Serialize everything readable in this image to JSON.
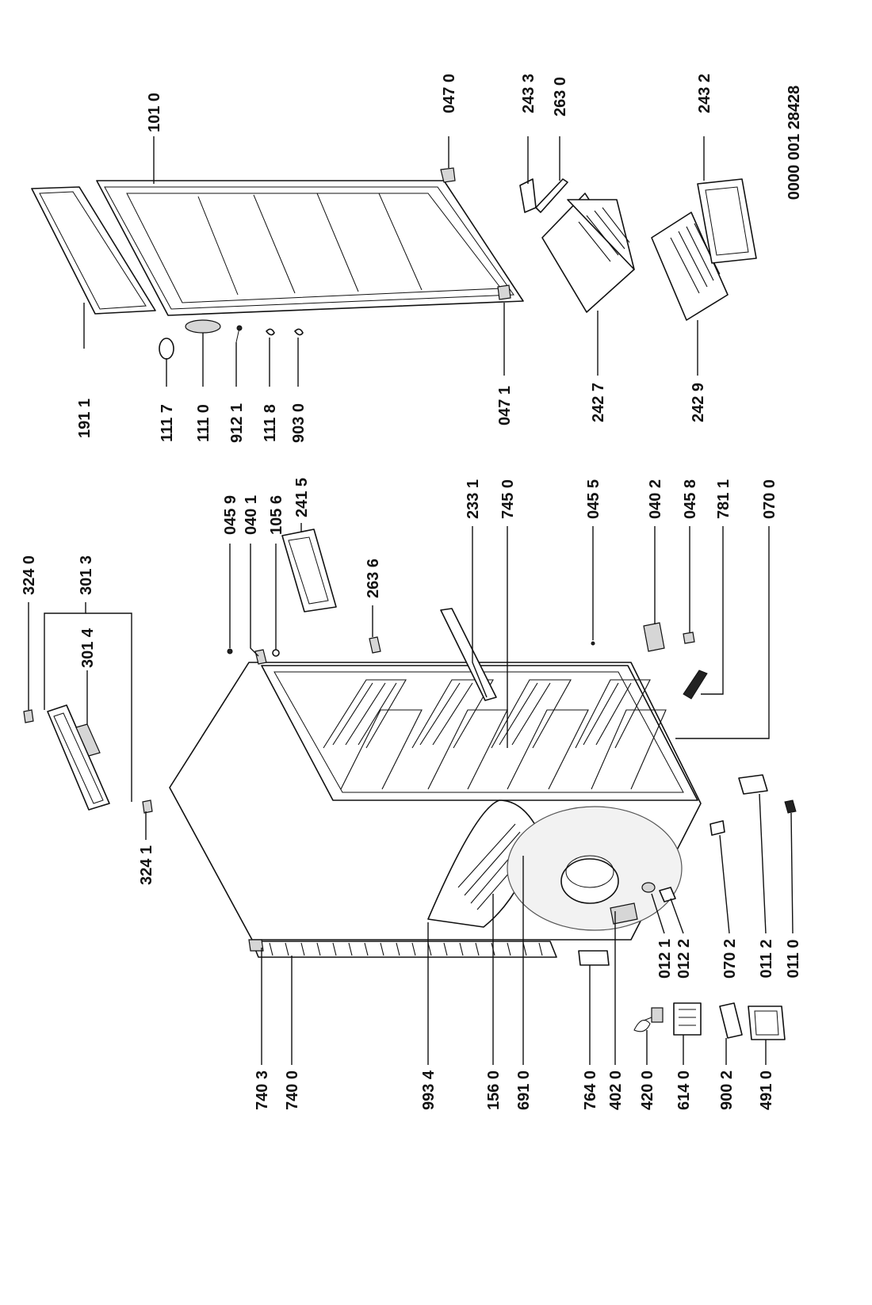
{
  "document": {
    "code": "0000 001 28428"
  },
  "labels": {
    "l1010": "101 0",
    "l0470": "047 0",
    "l2433": "243 3",
    "l2630": "263 0",
    "l2432": "243 2",
    "l1911": "191 1",
    "l1117": "111 7",
    "l1110": "111 0",
    "l9121": "912 1",
    "l1118": "111 8",
    "l9030": "903 0",
    "l0471": "047 1",
    "l2427": "242 7",
    "l2429": "242 9",
    "l3240": "324 0",
    "l3013": "301 3",
    "l3014": "301 4",
    "l3241": "324 1",
    "l0459": "045 9",
    "l0401": "040 1",
    "l1056": "105 6",
    "l2415": "241 5",
    "l2636": "263 6",
    "l2331": "233 1",
    "l7450": "745 0",
    "l0455": "045 5",
    "l0402": "040 2",
    "l0458": "045 8",
    "l7811": "781 1",
    "l0700": "070 0",
    "l7403": "740 3",
    "l7400": "740 0",
    "l9934": "993 4",
    "l1560": "156 0",
    "l6910": "691 0",
    "l7640": "764 0",
    "l4020": "402 0",
    "l4200": "420 0",
    "l6140": "614 0",
    "l9002": "900 2",
    "l4910": "491 0",
    "l0121": "012 1",
    "l0122": "012 2",
    "l0702": "070 2",
    "l0112": "011 2",
    "l0110": "011 0"
  }
}
